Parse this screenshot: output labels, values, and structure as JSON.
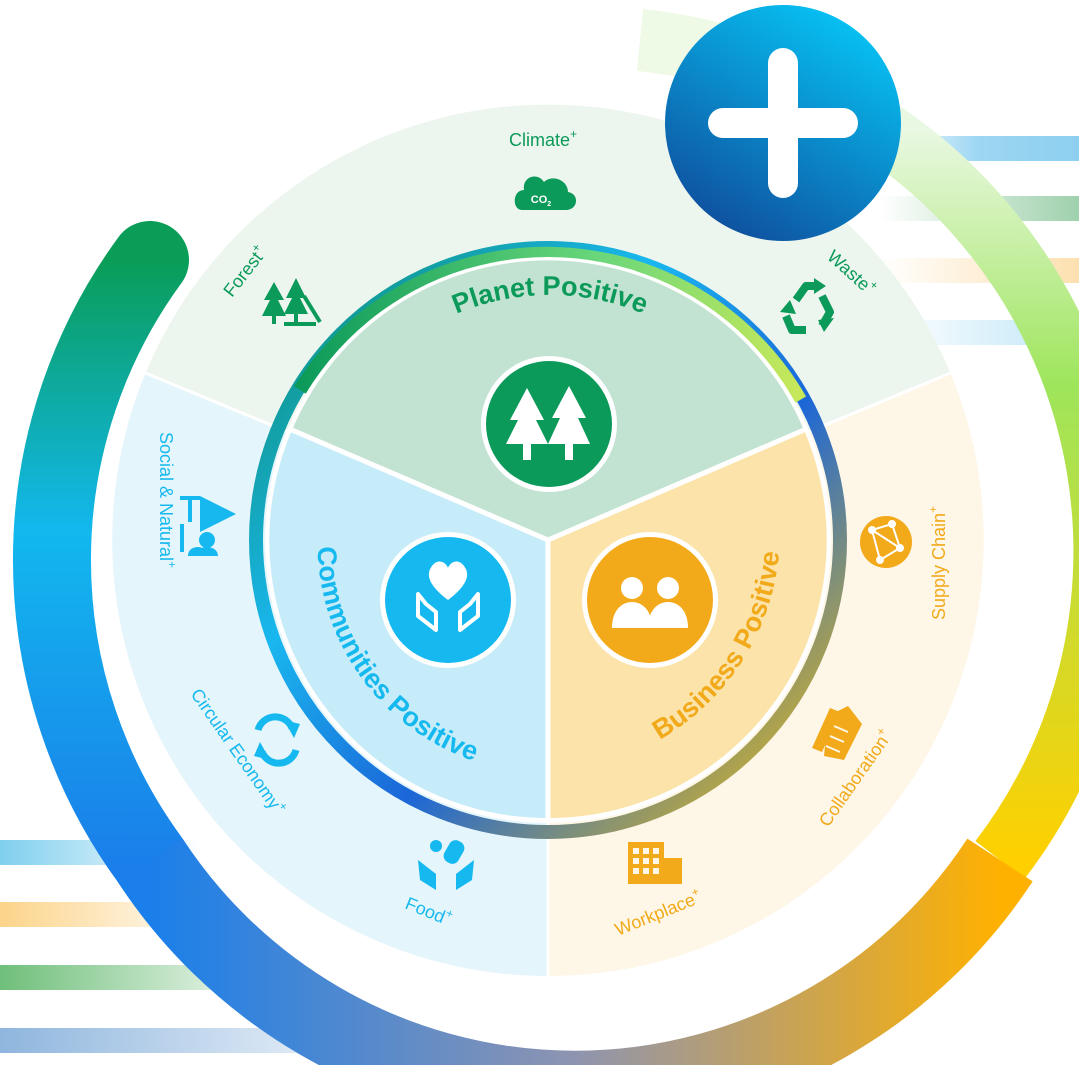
{
  "diagram": {
    "plus_symbol": "+",
    "core_segments": [
      {
        "id": "planet",
        "title": "Planet Positive",
        "icon": "pine-trees-icon",
        "color": "#0c9a5a"
      },
      {
        "id": "communities",
        "title": "Communities Positive",
        "icon": "heart-hands-icon",
        "color": "#15b9f0"
      },
      {
        "id": "business",
        "title": "Business Positive",
        "icon": "people-icon",
        "color": "#f2a91a"
      }
    ],
    "outer_items": [
      {
        "id": "climate",
        "label": "Climate",
        "sup": "+",
        "icon": "co2-cloud-icon",
        "co2_text": "CO",
        "co2_sub": "2",
        "group": "planet"
      },
      {
        "id": "forest",
        "label": "Forest",
        "sup": "+",
        "icon": "forest-icon",
        "group": "planet"
      },
      {
        "id": "waste",
        "label": "Waste",
        "sup": "+",
        "icon": "recycle-icon",
        "group": "planet"
      },
      {
        "id": "social",
        "label": "Social & Natural",
        "sup": "+",
        "icon": "tree-person-icon",
        "group": "communities"
      },
      {
        "id": "circular",
        "label": "Circular Economy",
        "sup": "+",
        "icon": "circular-arrows-icon",
        "group": "communities"
      },
      {
        "id": "food",
        "label": "Food",
        "sup": "+",
        "icon": "food-hands-icon",
        "group": "communities"
      },
      {
        "id": "supply",
        "label": "Supply Chain",
        "sup": "+",
        "icon": "network-globe-icon",
        "group": "business"
      },
      {
        "id": "collab",
        "label": "Collaboration",
        "sup": "+",
        "icon": "handshake-icon",
        "group": "business"
      },
      {
        "id": "workplace",
        "label": "Workplace",
        "sup": "+",
        "icon": "building-icon",
        "group": "business"
      }
    ],
    "colors": {
      "green": "#0c9a5a",
      "light_green": "#9ee55b",
      "blue": "#15b9f0",
      "deep_blue": "#1b6fd8",
      "orange": "#f2a91a",
      "yellow": "#ffd000"
    }
  }
}
